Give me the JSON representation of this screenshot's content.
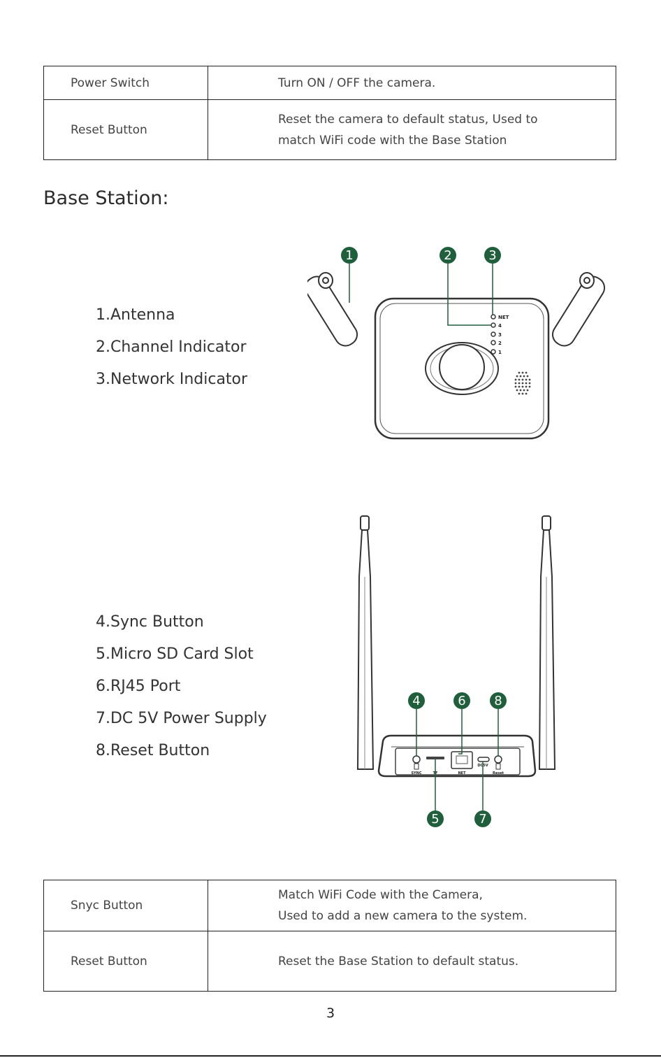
{
  "table_top": {
    "rows": [
      {
        "key": "Power Switch",
        "lines": [
          "Turn ON / OFF the camera."
        ]
      },
      {
        "key": "Reset Button",
        "lines": [
          "Reset the camera to default status, Used to",
          "match WiFi code with the Base Station"
        ]
      }
    ]
  },
  "section_title": "Base Station:",
  "legend_top": [
    "1.Antenna",
    "2.Channel Indicator",
    "3.Network Indicator"
  ],
  "legend_bottom": [
    "4.Sync Button",
    "5.Micro SD Card Slot",
    "6.RJ45 Port",
    "7.DC 5V Power Supply",
    "8.Reset Button"
  ],
  "front_view": {
    "markers": [
      "1",
      "2",
      "3"
    ],
    "indicator_labels": [
      "NET",
      "4",
      "3",
      "2",
      "1"
    ]
  },
  "rear_view": {
    "markers": [
      "4",
      "6",
      "8",
      "5",
      "7"
    ],
    "port_labels": [
      "SYNC",
      "TF",
      "NET",
      "DC5V",
      "Reset"
    ]
  },
  "table_bottom": {
    "rows": [
      {
        "key": "Snyc Button",
        "lines": [
          "Match WiFi Code with the Camera,",
          "Used to add a new camera to the system."
        ]
      },
      {
        "key": "Reset Button",
        "lines": [
          "Reset the Base Station to default status."
        ]
      }
    ]
  },
  "page_number": "3",
  "colors": {
    "marker": "#1f5f3b",
    "rule": "#222222"
  }
}
